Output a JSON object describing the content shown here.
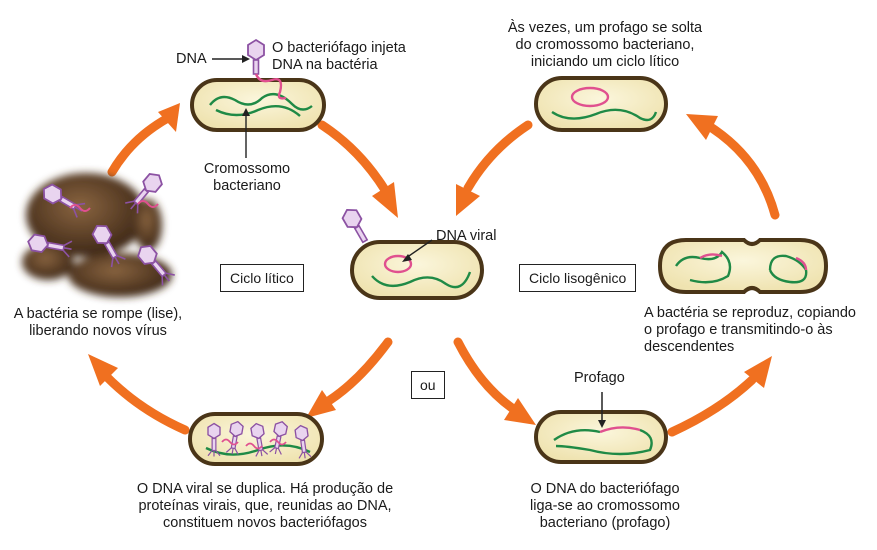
{
  "labels": {
    "dna": "DNA",
    "injects_line1": "O bacteriófago injeta",
    "injects_line2": "DNA na bactéria",
    "chromosome_line1": "Cromossomo",
    "chromosome_line2": "bacteriano",
    "viral_dna": "DNA viral",
    "lytic_cycle": "Ciclo lítico",
    "lysogenic_cycle": "Ciclo lisogênico",
    "or": "ou",
    "prophage": "Profago",
    "lysis_line1": "A bactéria se rompe (lise),",
    "lysis_line2": "liberando novos vírus",
    "duplicates_line1": "O DNA viral se duplica. Há produção de",
    "duplicates_line2": "proteínas virais, que, reunidas ao DNA,",
    "duplicates_line3": "constituem novos bacteriófagos",
    "integrates_line1": "O DNA do bacteriófago",
    "integrates_line2": "liga-se ao cromossomo",
    "integrates_line3": "bacteriano (profago)",
    "reproduces_line1": "A bactéria se reproduz, copiando",
    "reproduces_line2": "o profago e transmitindo-o às",
    "reproduces_line3": "descendentes",
    "release_line1": "Às vezes, um profago se solta",
    "release_line2": "do cromossomo bacteriano,",
    "release_line3": "iniciando um ciclo lítico"
  },
  "colors": {
    "arrow": "#f07020",
    "cell_fill": "#f7f0c8",
    "cell_wall": "#4a3518",
    "chromosome": "#1f8a46",
    "viral_dna": "#e0508f",
    "phage": "#b27ac0",
    "lysed_cell": "#5a3a22"
  }
}
